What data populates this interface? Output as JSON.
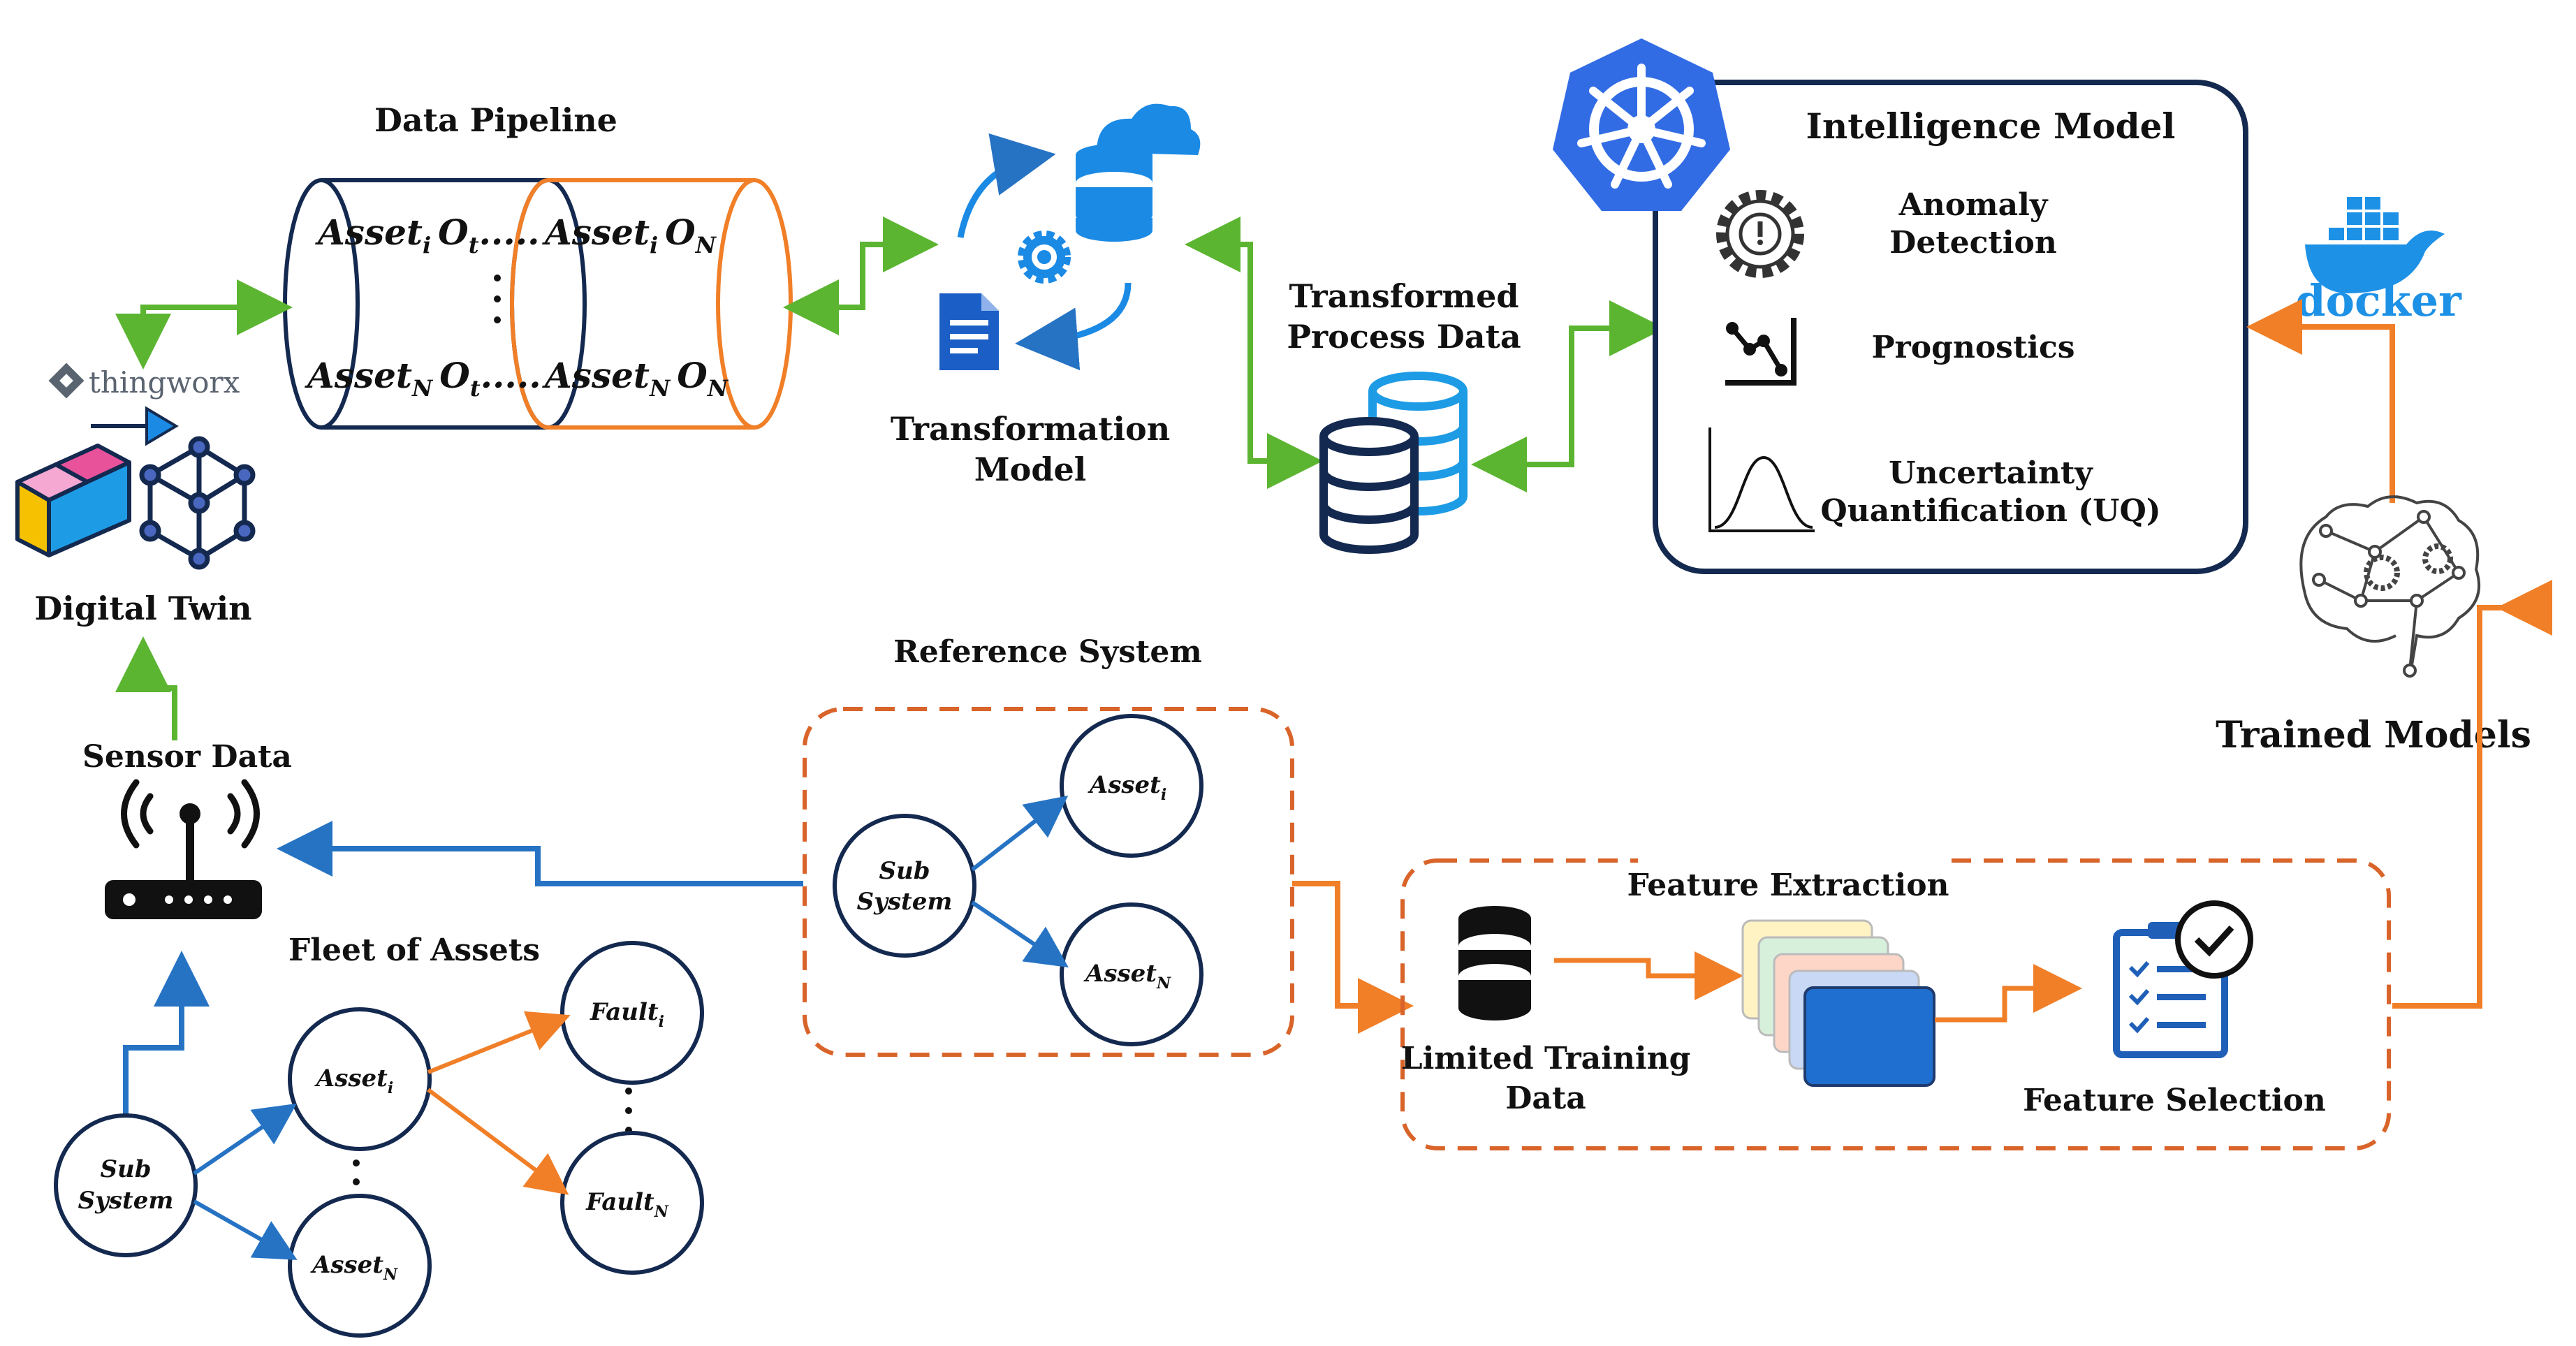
{
  "colors": {
    "green": "#5cb531",
    "orange": "#f07f28",
    "blue": "#2673c4",
    "navy": "#14294f",
    "k8s_blue": "#326ce5",
    "docker_blue": "#1d91e6",
    "doc_blue": "#1b5fc6",
    "cloud_blue": "#1b8ae5"
  },
  "data_pipeline": {
    "title": "Data Pipeline",
    "row1_left": "Asset",
    "row1_left_sub": "i",
    "row1_mid": "O",
    "row1_mid_sub": "t",
    "row1_dots": ".....",
    "row1_right": "Asset",
    "row1_right_sub": "i",
    "row1_right2": "O",
    "row1_right2_sub": "N",
    "vertical_dots": "·",
    "row2_left": "Asset",
    "row2_left_sub": "N",
    "row2_mid": "O",
    "row2_mid_sub": "t",
    "row2_dots": ".....",
    "row2_right": "Asset",
    "row2_right_sub": "N",
    "row2_right2": "O",
    "row2_right2_sub": "N"
  },
  "thingworx": {
    "logo_text": "thingworx"
  },
  "digital_twin": {
    "label": "Digital Twin"
  },
  "transformation": {
    "label_line1": "Transformation",
    "label_line2": "Model"
  },
  "transformed_data": {
    "label_line1": "Transformed",
    "label_line2": "Process Data"
  },
  "intelligence_model": {
    "title": "Intelligence Model",
    "items": [
      {
        "icon": "gear-alert-icon",
        "line1": "Anomaly",
        "line2": "Detection"
      },
      {
        "icon": "trend-chart-icon",
        "line1": "Prognostics",
        "line2": ""
      },
      {
        "icon": "bell-curve-icon",
        "line1": "Uncertainty",
        "line2": "Quantification (UQ)"
      }
    ]
  },
  "docker": {
    "logo_text": "docker"
  },
  "trained_models": {
    "label": "Trained Models"
  },
  "sensor": {
    "label": "Sensor Data"
  },
  "reference_system": {
    "title": "Reference System",
    "sub_line1": "Sub",
    "sub_line2": "System",
    "asset_i": "Asset",
    "asset_i_sub": "i",
    "asset_n": "Asset",
    "asset_n_sub": "N"
  },
  "feature_extraction": {
    "title": "Feature Extraction",
    "training_line1": "Limited Training",
    "training_line2": "Data",
    "selection": "Feature Selection"
  },
  "fleet": {
    "title": "Fleet of Assets",
    "sub_line1": "Sub",
    "sub_line2": "System",
    "asset_i": "Asset",
    "asset_i_sub": "i",
    "asset_n": "Asset",
    "asset_n_sub": "N",
    "fault_i": "Fault",
    "fault_i_sub": "i",
    "fault_n": "Fault",
    "fault_n_sub": "N",
    "dots": "·"
  }
}
